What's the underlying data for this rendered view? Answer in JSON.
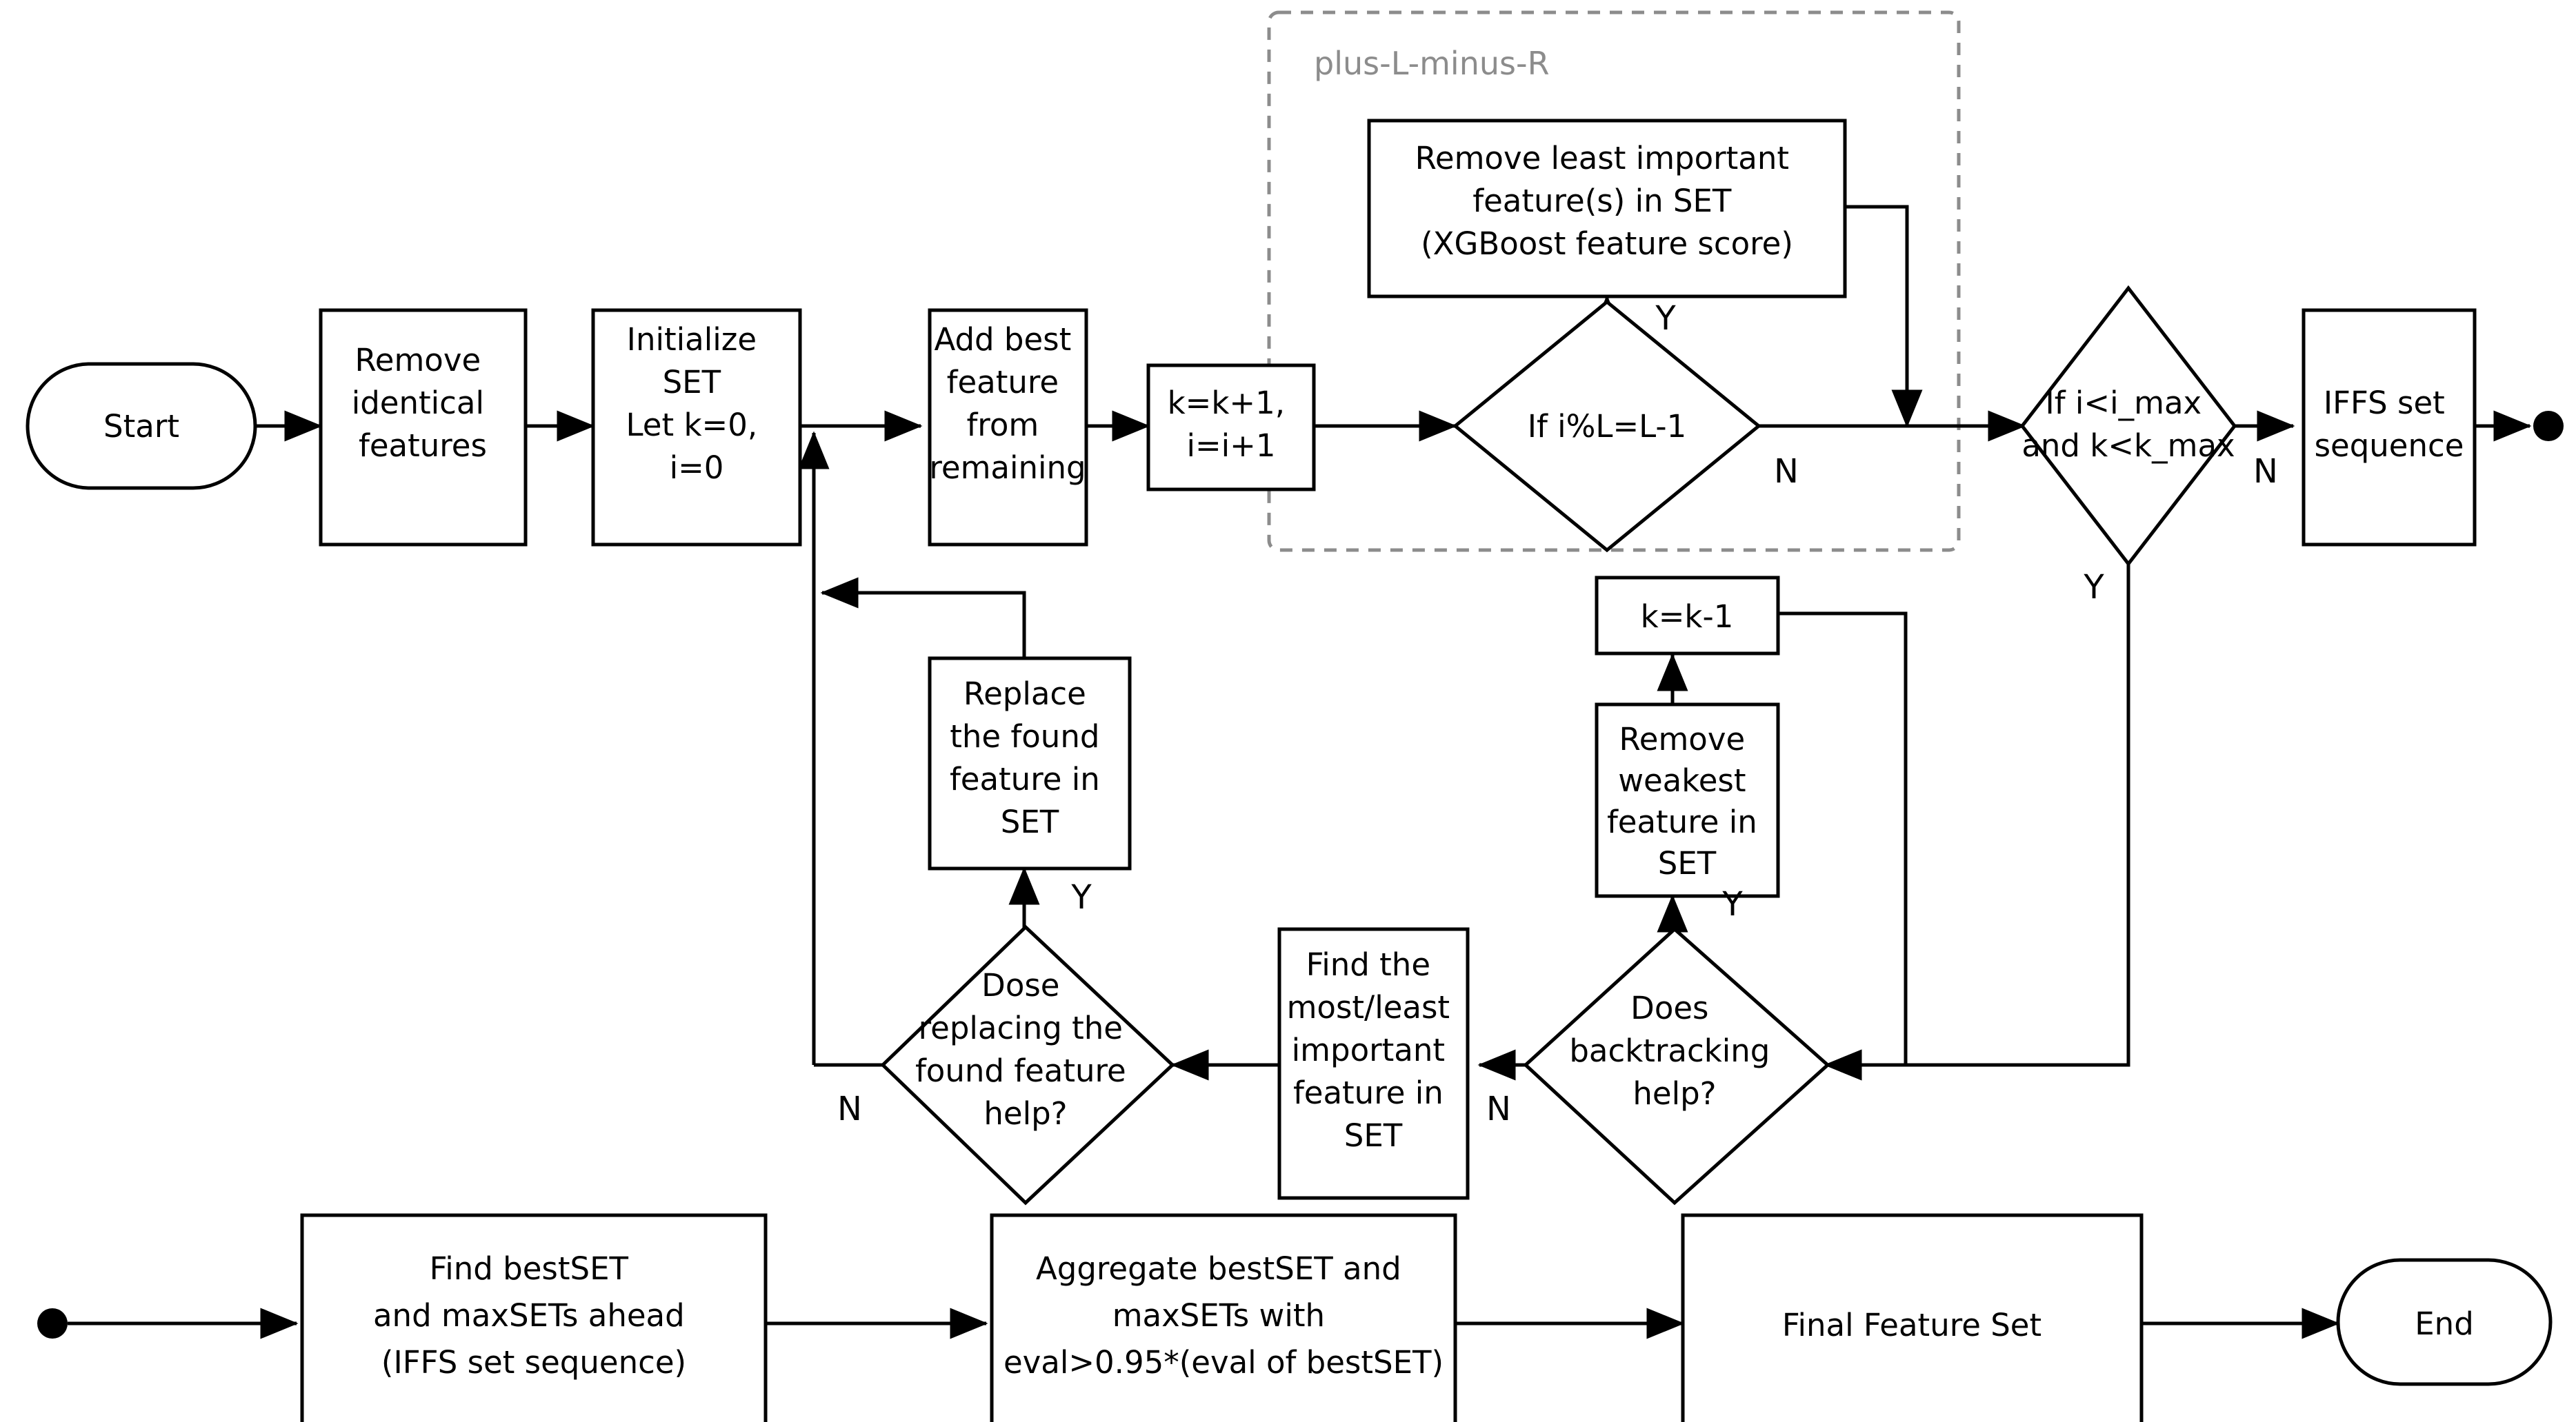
{
  "diagram": {
    "title": "IFFS feature selection flowchart",
    "colors": {
      "stroke": "#000000",
      "group_stroke": "#8c8c8c",
      "group_label": "#8c8c8c",
      "background": "#ffffff"
    },
    "group": {
      "label": "plus-L-minus-R"
    },
    "terminators": {
      "start": "Start",
      "end": "End"
    },
    "nodes": {
      "remove_identical": {
        "lines": [
          "Remove",
          "identical",
          "features"
        ]
      },
      "initialize_set": {
        "lines": [
          "Initialize",
          "SET",
          "Let k=0,",
          "i=0"
        ]
      },
      "add_best_feature": {
        "lines": [
          "Add best",
          "feature",
          "from",
          "remaining"
        ]
      },
      "increment": {
        "lines": [
          "k=k+1,",
          "i=i+1"
        ]
      },
      "remove_least_important": {
        "lines": [
          "Remove least important",
          "feature(s) in SET",
          "(XGBoost feature score)"
        ]
      },
      "iffs_set_sequence": {
        "lines": [
          "IFFS set",
          "sequence"
        ]
      },
      "replace_found_feature": {
        "lines": [
          "Replace",
          "the found",
          "feature in",
          "SET"
        ]
      },
      "k_decrement": {
        "lines": [
          "k=k-1"
        ]
      },
      "remove_weakest": {
        "lines": [
          "Remove",
          "weakest",
          "feature in",
          "SET"
        ]
      },
      "find_most_least": {
        "lines": [
          "Find the",
          "most/least",
          "important",
          "feature in",
          "SET"
        ]
      },
      "find_bestset": {
        "lines": [
          "Find bestSET",
          "and maxSETs ahead",
          "(IFFS set sequence)"
        ]
      },
      "aggregate": {
        "lines": [
          "Aggregate bestSET and",
          "maxSETs with",
          "eval>0.95*(eval of bestSET)"
        ]
      },
      "final_feature_set": {
        "lines": [
          "Final Feature Set"
        ]
      }
    },
    "decisions": {
      "mod_check": {
        "lines": [
          "If i%L=L-1"
        ],
        "yes": "Y",
        "no": "N"
      },
      "loop_check": {
        "lines": [
          "If i<i_max",
          "and k<k_max"
        ],
        "yes": "Y",
        "no": "N"
      },
      "replace_help": {
        "lines": [
          "Dose",
          "replacing the",
          "found feature",
          "help?"
        ],
        "yes": "Y",
        "no": "N"
      },
      "backtrack_help": {
        "lines": [
          "Does",
          "backtracking",
          "help?"
        ],
        "yes": "Y",
        "no": "N"
      }
    }
  }
}
